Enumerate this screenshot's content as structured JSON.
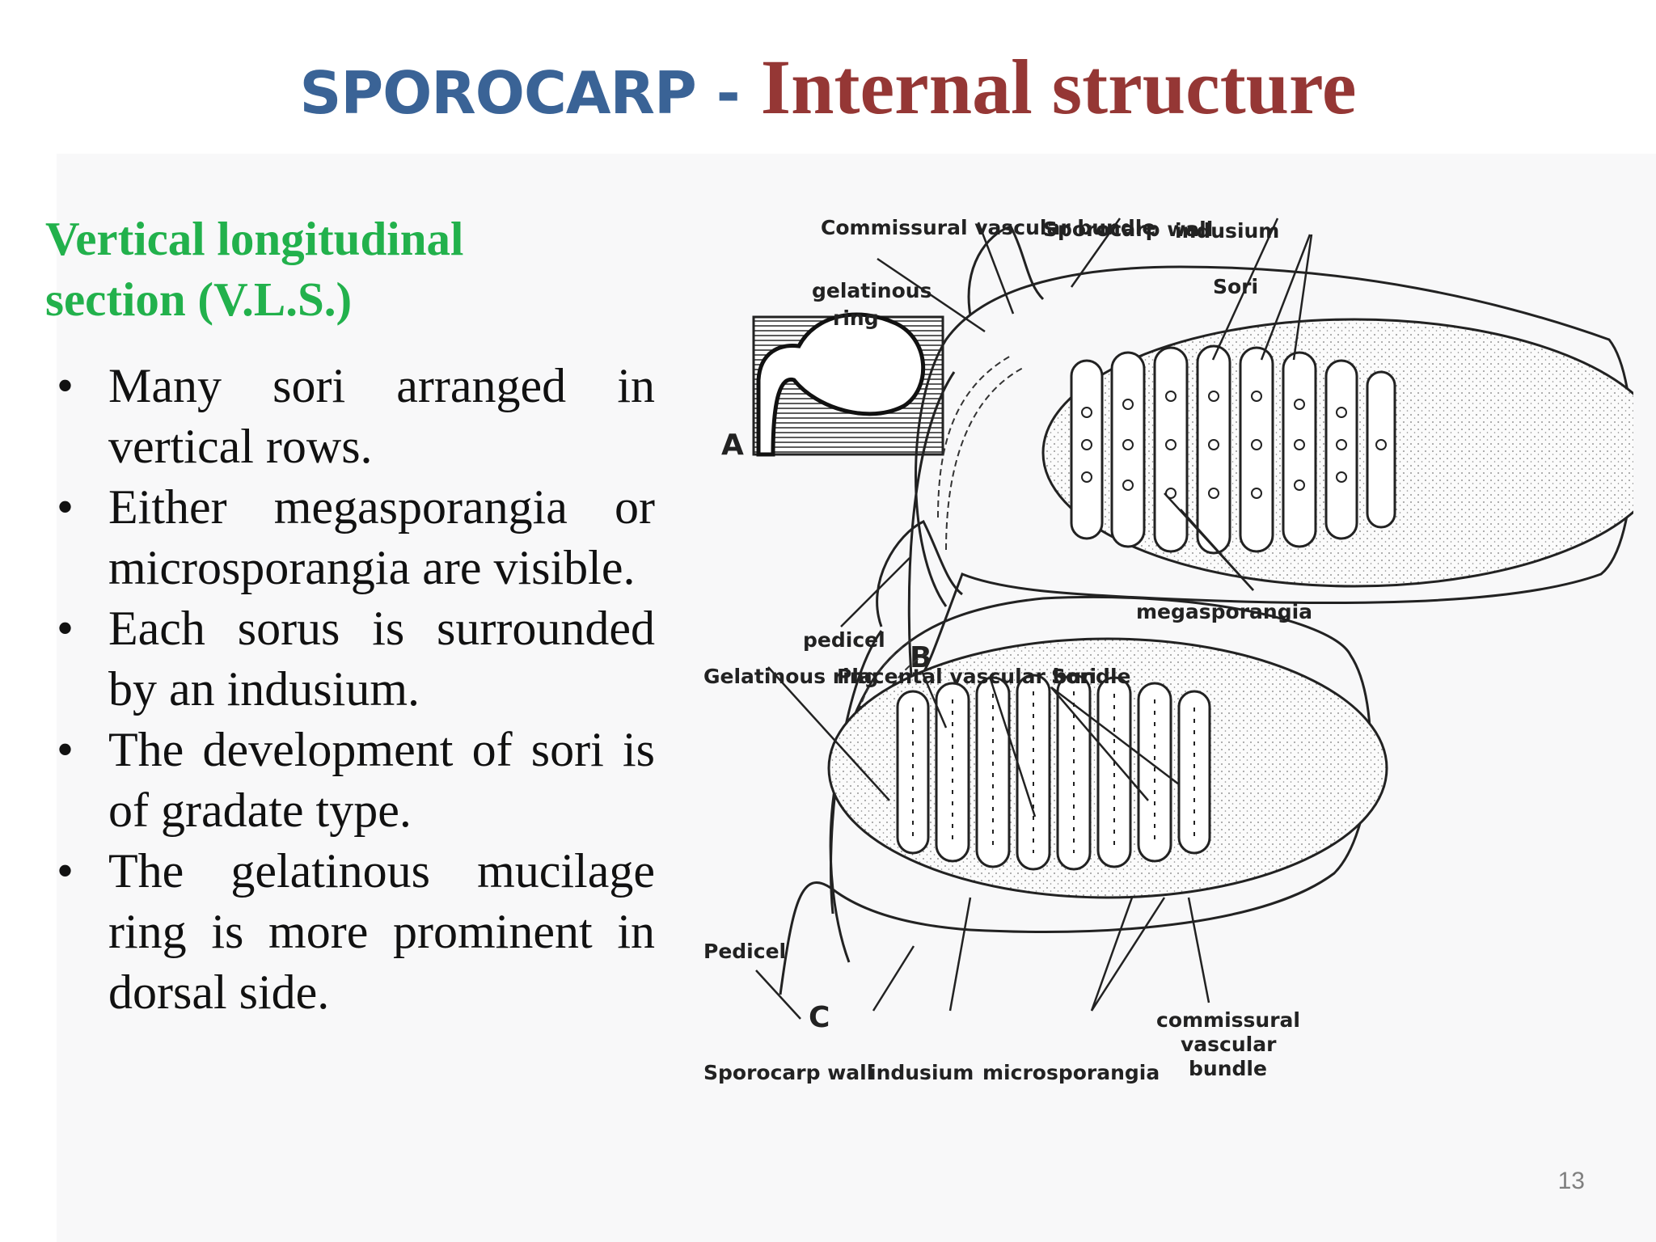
{
  "slide": {
    "title_part1": "SPOROCARP",
    "title_sep": " - ",
    "title_part2": "Internal structure",
    "subtitle_line1": "Vertical longitudinal",
    "subtitle_line2": "section (V.L.S.)",
    "bullet_symbol": "•",
    "bullets": [
      "Many sori arranged in vertical rows.",
      "Either megasporangia or microsporangia are visible.",
      "Each sorus is surrounded by an indusium.",
      "The development of sori is of gradate type.",
      "The gelatinous mucilage ring is more prominent in dorsal side."
    ],
    "page_number": "13"
  },
  "figure": {
    "panel_a_label": "A",
    "panel_b": {
      "label": "B",
      "labels": {
        "commissural_vascular_bundle": "Commissural vascular bundle",
        "sporocarp_wall": "Sporocarp wall",
        "indusium": "indusium",
        "gelatinous_1": "gelatinous",
        "gelatinous_2": "ring",
        "sori": "Sori",
        "pedicel": "pedicel",
        "megasporangia": "megasporangia"
      }
    },
    "panel_c": {
      "label": "C",
      "labels": {
        "gelatinous_ring": "Gelatinous ring",
        "placental_vascular_bundle": "Placental vascular bundle",
        "sori": "Sori",
        "pedicel": "Pedicel",
        "commissural_1": "commissural",
        "commissural_2": "vascular",
        "commissural_3": "bundle",
        "sporocarp_wall": "Sporocarp wall",
        "indusium": "indusium",
        "microsporangia": "microsporangia"
      }
    }
  }
}
